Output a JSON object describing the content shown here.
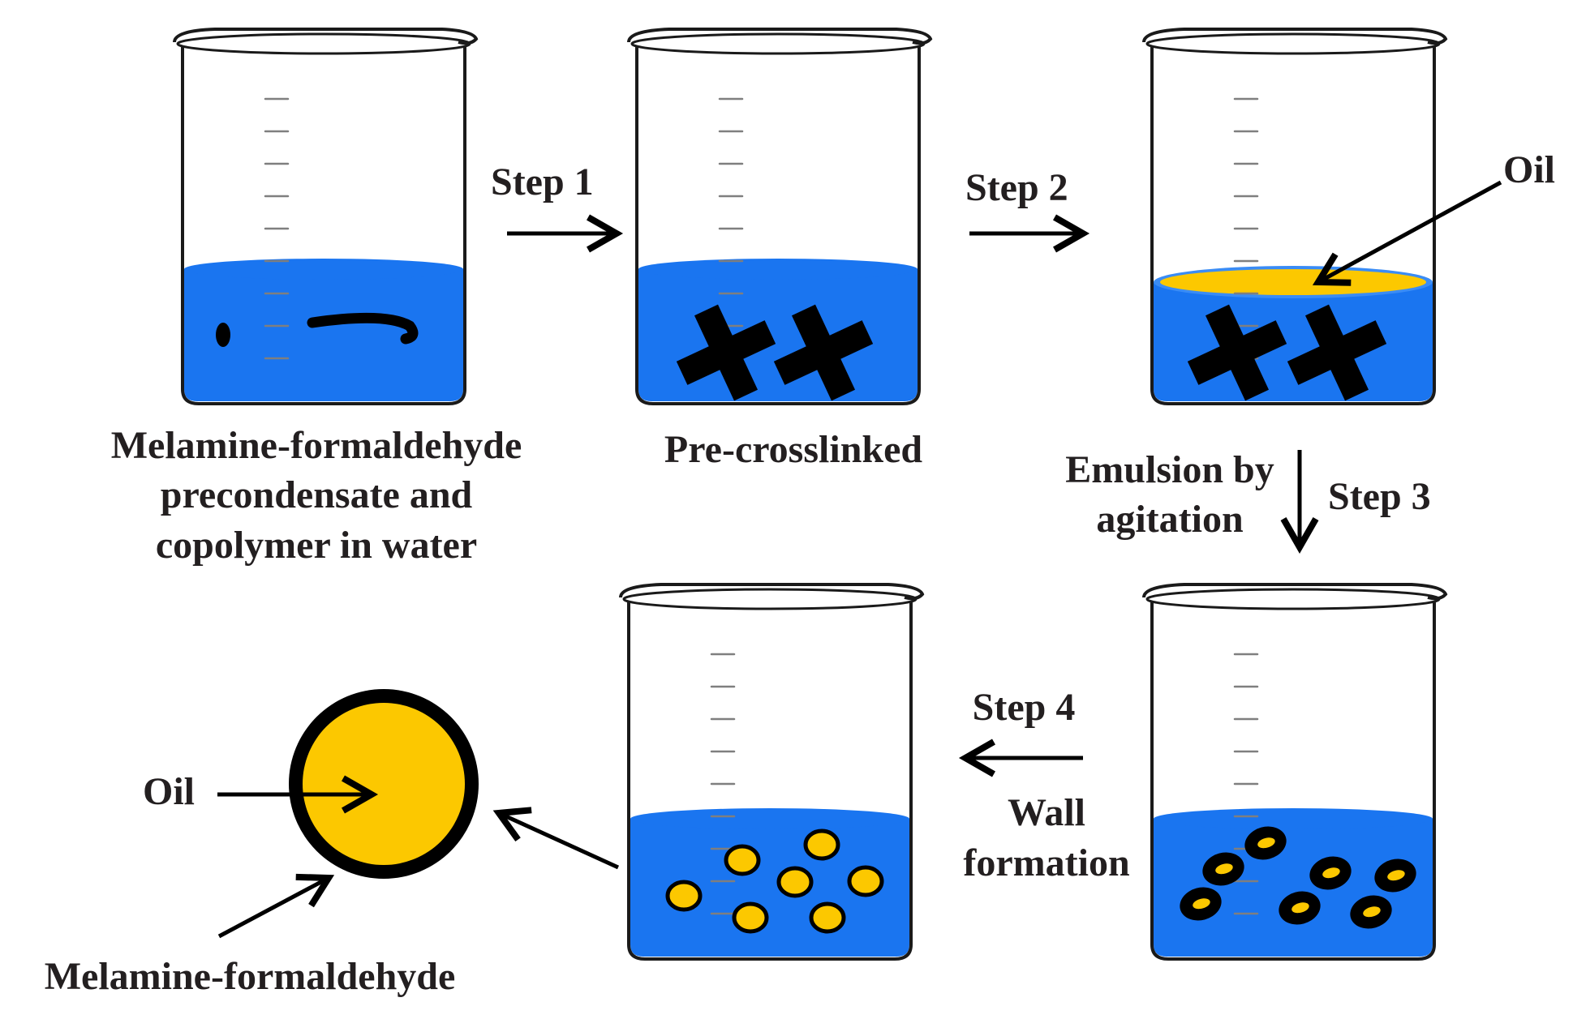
{
  "colors": {
    "water": "#1a75f0",
    "water_edge": "#3a8cf5",
    "oil": "#fcc800",
    "polymer": "#000000",
    "glass": "#1a1a1a",
    "text": "#231f20"
  },
  "icons": [
    "beaker-icon",
    "crosslinked-polymer-icon",
    "oil-droplet-icon",
    "microcapsule-icon",
    "arrow-icon"
  ],
  "labels": {
    "step1": "Step 1",
    "step2": "Step 2",
    "step3": "Step 3",
    "step4": "Step 4",
    "oil_top": "Oil",
    "oil_capsule": "Oil",
    "beaker1_caption": [
      "Melamine-formaldehyde",
      "precondensate and",
      "copolymer in water"
    ],
    "beaker2_caption": "Pre-crosslinked",
    "emulsion": [
      "Emulsion by",
      "agitation"
    ],
    "wall": [
      "Wall",
      "formation"
    ],
    "shell": "Melamine-formaldehyde"
  }
}
